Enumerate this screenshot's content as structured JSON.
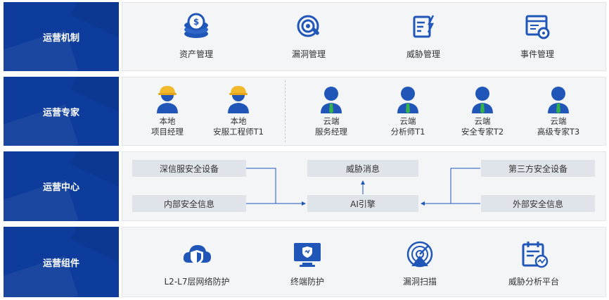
{
  "rows": [
    {
      "label": "运营机制",
      "items": [
        "资产管理",
        "漏洞管理",
        "威胁管理",
        "事件管理"
      ]
    },
    {
      "label": "运营专家",
      "local": [
        {
          "line1": "本地",
          "line2": "项目经理"
        },
        {
          "line1": "本地",
          "line2": "安服工程师T1"
        }
      ],
      "cloud": [
        {
          "line1": "云端",
          "line2": "服务经理"
        },
        {
          "line1": "云端",
          "line2": "分析师T1"
        },
        {
          "line1": "云端",
          "line2": "安全专家T2"
        },
        {
          "line1": "云端",
          "line2": "高级专家T3"
        }
      ]
    },
    {
      "label": "运营中心",
      "center": {
        "left_top": "深信服安全设备",
        "left_bottom": "内部安全信息",
        "middle_top": "威胁消息",
        "middle_bottom": "AI引擎",
        "right_top": "第三方安全设备",
        "right_bottom": "外部安全信息"
      }
    },
    {
      "label": "运营组件",
      "items": [
        "L2-L7层网络防护",
        "终端防护",
        "漏洞扫描",
        "威胁分析平台"
      ]
    }
  ],
  "colors": {
    "label_bg": "#0d3c9c",
    "icon": "#1f56b8",
    "helmet": "#f2b92c",
    "tie": "#35b24a"
  },
  "icons": {
    "mechanism": [
      "coins-icon",
      "bug-wrench-icon",
      "edit-threat-icon",
      "event-settings-icon"
    ],
    "components": [
      "cloud-shield-icon",
      "monitor-shield-icon",
      "radar-icon",
      "calendar-chart-icon"
    ]
  }
}
